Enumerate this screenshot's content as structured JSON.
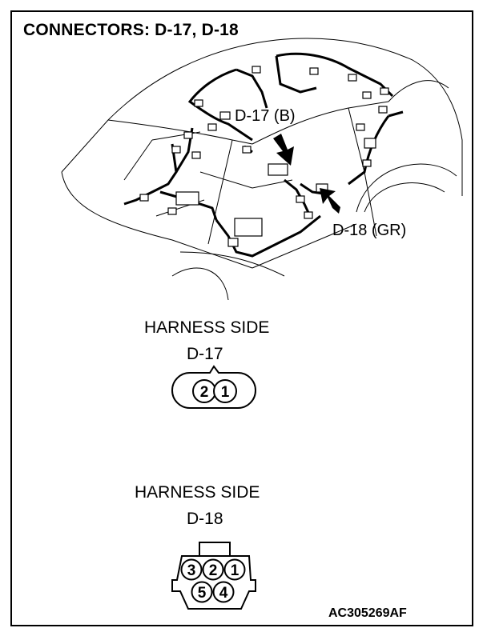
{
  "title": "CONNECTORS: D-17, D-18",
  "callouts": {
    "d17": "D-17 (B)",
    "d18": "D-18 (GR)"
  },
  "connectors": [
    {
      "side_label": "HARNESS SIDE",
      "name": "D-17",
      "pins": [
        "2",
        "1"
      ]
    },
    {
      "side_label": "HARNESS SIDE",
      "name": "D-18",
      "pins_top": [
        "3",
        "2",
        "1"
      ],
      "pins_bottom": [
        "5",
        "4"
      ]
    }
  ],
  "figure_code": "AC305269AF"
}
